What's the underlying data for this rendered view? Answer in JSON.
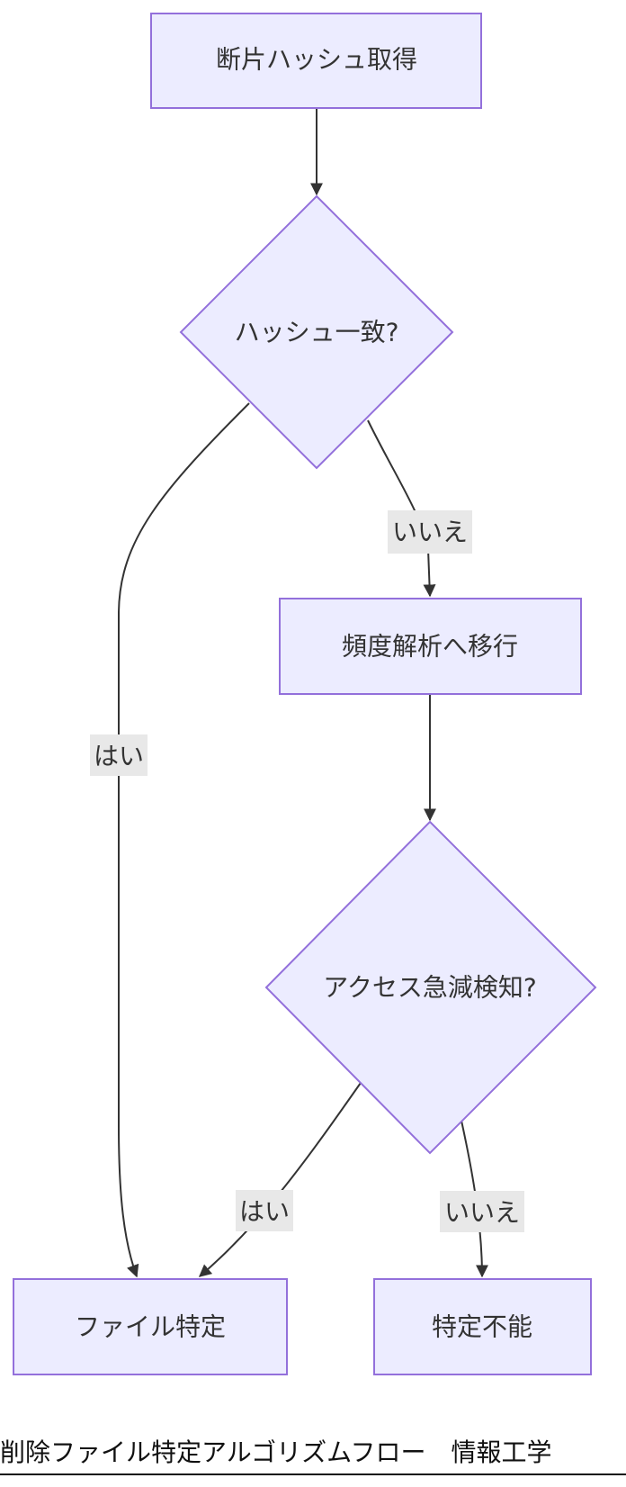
{
  "colors": {
    "node_fill": "#ECECFF",
    "node_stroke": "#9370DB",
    "edge": "#333333",
    "label_bg": "#E8E8E8",
    "text": "#333333"
  },
  "nodes": {
    "get_hash": "断片ハッシュ取得",
    "hash_match": "ハッシュ一致?",
    "freq_analysis": "頻度解析へ移行",
    "access_drop": "アクセス急減検知?",
    "file_identified": "ファイル特定",
    "unidentifiable": "特定不能"
  },
  "edges": {
    "hash_match_yes": "はい",
    "hash_match_no": "いいえ",
    "access_drop_yes": "はい",
    "access_drop_no": "いいえ"
  },
  "caption": "削除ファイル特定アルゴリズムフロー　情報工学"
}
